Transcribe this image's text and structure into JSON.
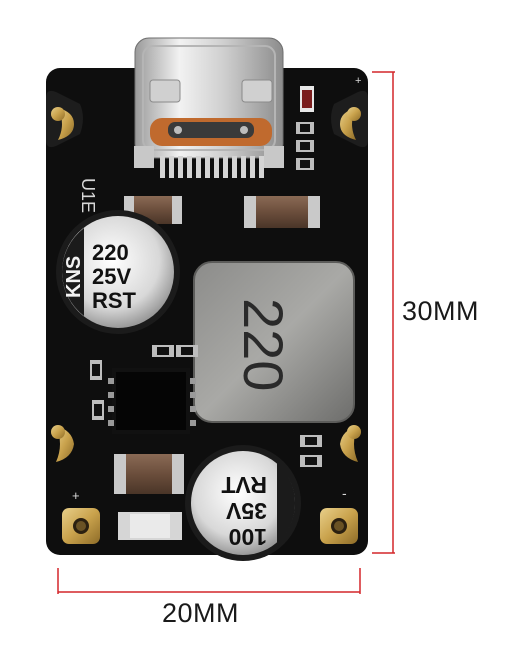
{
  "dimensions": {
    "height_label": "30MM",
    "width_label": "20MM",
    "line_color": "#d4262a"
  },
  "board": {
    "pcb_color": "#0e0e0e",
    "inductor_marking": "220",
    "cap_top_left": {
      "line1": "220",
      "line2": "25V",
      "line3": "RST",
      "brand": "KNS"
    },
    "cap_bottom": {
      "line1": "100",
      "line2": "35V",
      "line3": "RVT"
    },
    "silk_label": "U1E",
    "plus_mark": "+",
    "minus_mark": "-",
    "silk_plus_top": "+"
  }
}
